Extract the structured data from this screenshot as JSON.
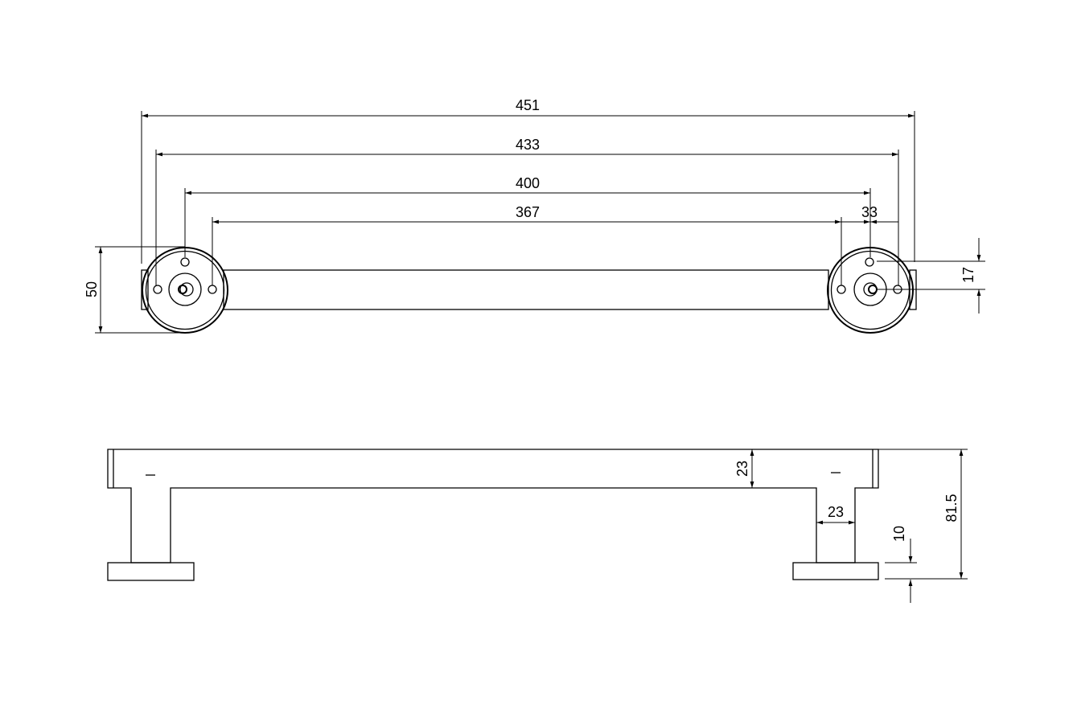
{
  "drawing": {
    "top_view": {
      "dimensions": {
        "overall_length": "451",
        "rosette_outer_length": "433",
        "center_distance": "400",
        "inner_hole_distance": "367",
        "hole_spacing": "33",
        "rosette_diameter": "50",
        "hole_offset": "17"
      }
    },
    "side_view": {
      "dimensions": {
        "bar_thickness": "23",
        "post_width": "23",
        "overall_height": "81.5",
        "base_thickness": "10"
      }
    },
    "line_color": "#000000",
    "background_color": "#ffffff"
  }
}
